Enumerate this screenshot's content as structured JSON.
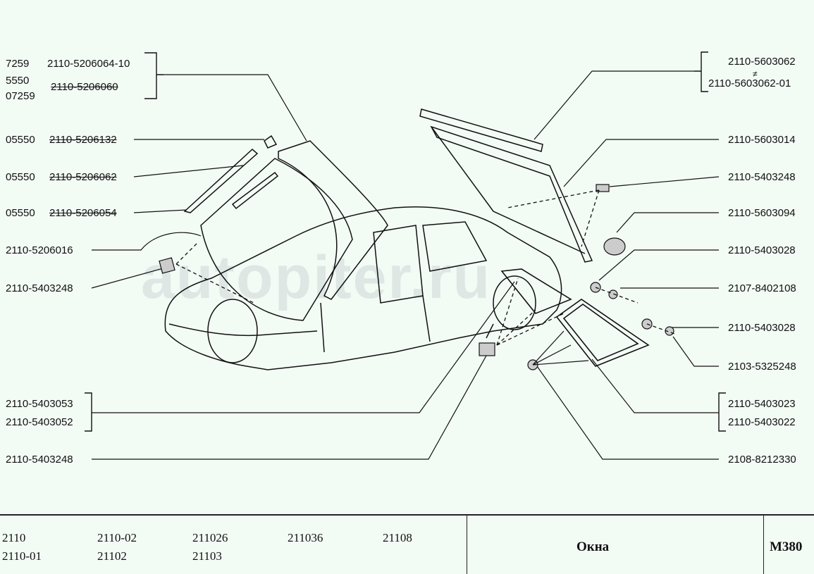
{
  "watermark": "autopiter.ru",
  "left_labels": {
    "group1": {
      "codes": [
        "7259",
        "5550",
        "07259"
      ],
      "part_a": "2110-5206064-10",
      "part_b": "2110-5206060"
    },
    "l2": {
      "code": "05550",
      "part": "2110-5206132"
    },
    "l3": {
      "code": "05550",
      "part": "2110-5206062"
    },
    "l4": {
      "code": "05550",
      "part": "2110-5206054"
    },
    "l5": "2110-5206016",
    "l6": "2110-5403248",
    "l7a": "2110-5403053",
    "l7b": "2110-5403052",
    "l8": "2110-5403248"
  },
  "right_labels": {
    "r1a": "2110-5603062",
    "r1_symbol": "≠",
    "r1b": "2110-5603062-01",
    "r2": "2110-5603014",
    "r3": "2110-5403248",
    "r4": "2110-5603094",
    "r5": "2110-5403028",
    "r6": "2107-8402108",
    "r7": "2110-5403028",
    "r8": "2103-5325248",
    "r9a": "2110-5403023",
    "r9b": "2110-5403022",
    "r10": "2108-8212330"
  },
  "footer": {
    "models": [
      "2110",
      "2110-02",
      "211026",
      "211036",
      "21108",
      "2110-01",
      "21102",
      "21103"
    ],
    "title": "Окна",
    "code": "M380"
  }
}
